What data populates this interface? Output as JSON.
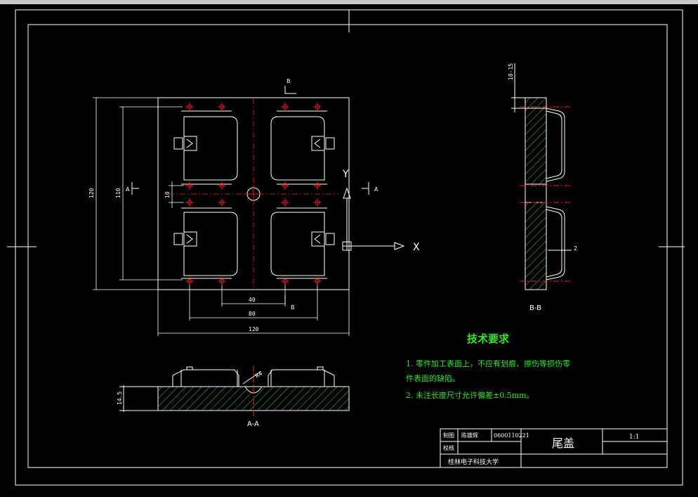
{
  "drawing": {
    "section_markers": {
      "b_top": "B",
      "b_bottom": "B",
      "a_left": "A",
      "a_right": "A"
    },
    "dimensions": {
      "overall_height": "120",
      "inner_height": "110",
      "gap": "10",
      "pitch_40": "40",
      "pitch_80": "80",
      "overall_width": "120",
      "thickness": "14.5",
      "radius": "R4",
      "side_offset": "10-15",
      "wall": "2"
    },
    "axes": {
      "x": "X",
      "y": "Y"
    },
    "section_labels": {
      "aa": "A-A",
      "bb": "B-B"
    }
  },
  "tech_requirements": {
    "title": "技术要求",
    "line1": "1. 零件加工表面上，不应有划痕、擦伤等损伤零",
    "line2": "件表面的缺陷。",
    "line3": "2. 未注长度尺寸允许偏差±0.5mm。"
  },
  "title_block": {
    "role1": "制图",
    "name1": "陈雄辉",
    "number": "0600110221",
    "part_name": "尾盖",
    "scale": "1:1",
    "role2": "校核",
    "school": "桂林电子科技大学"
  },
  "colors": {
    "background": "#000000",
    "line": "#ffffff",
    "center": "#ff2020",
    "text_green": "#32e632"
  }
}
